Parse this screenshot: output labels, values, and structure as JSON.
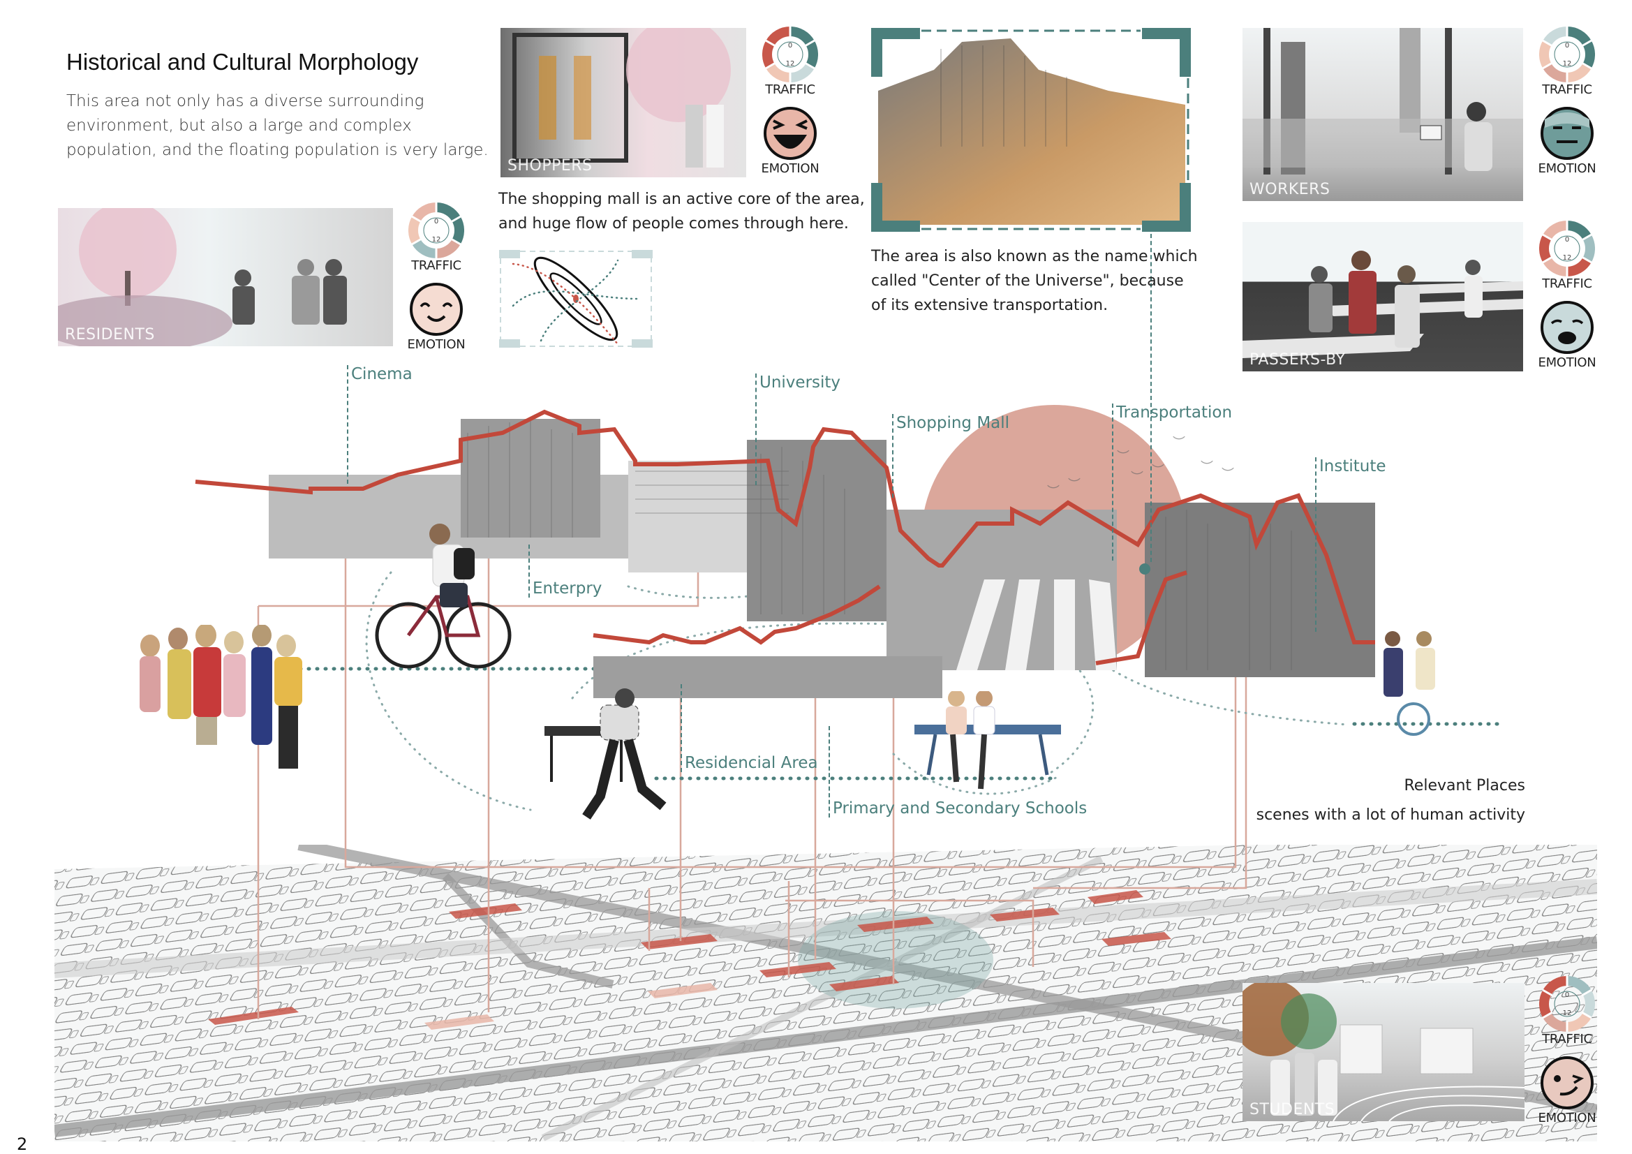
{
  "page": {
    "title": "Historical and Cultural Morphology",
    "intro": "This area not only has a diverse surrounding environment, but also a large and complex population, and the floating population is very large.",
    "page_number": "2"
  },
  "colors": {
    "teal": "#4b7f7c",
    "teal_light": "#c9dadb",
    "coral": "#c8574a",
    "coral_light": "#e8b6a8",
    "peach": "#f0c7b5",
    "sun": "#dba79b",
    "skyline_outline": "#c2483a",
    "connector": "#d8a89c"
  },
  "groups": [
    {
      "id": "residents",
      "tag": "RESIDENTS",
      "traffic_label": "TRAFFIC",
      "emotion_label": "EMOTION",
      "dial_start": "0",
      "dial_end": "12",
      "emotion": "smiling-face",
      "segments": [
        "#4b7f7c",
        "#4b7f7c",
        "#dba79b",
        "#9fbec0",
        "#f0c7b5",
        "#e8b6a8"
      ]
    },
    {
      "id": "shoppers",
      "tag": "SHOPPERS",
      "traffic_label": "TRAFFIC",
      "emotion_label": "EMOTION",
      "dial_start": "0",
      "dial_end": "12",
      "emotion": "laughing-face",
      "segments": [
        "#4b7f7c",
        "#4b7f7c",
        "#c9dadb",
        "#f0c7b5",
        "#c8574a",
        "#c8574a"
      ],
      "caption": "The shopping mall is an active core of the area, and huge flow of people comes through here."
    },
    {
      "id": "center",
      "caption": "The area is also known as the name which called \"Center of the Universe\", because of its extensive transportation."
    },
    {
      "id": "workers",
      "tag": "WORKERS",
      "traffic_label": "TRAFFIC",
      "emotion_label": "EMOTION",
      "dial_start": "0",
      "dial_end": "12",
      "emotion": "neutral-face",
      "segments": [
        "#4b7f7c",
        "#4b7f7c",
        "#f0c7b5",
        "#dba79b",
        "#f0c7b5",
        "#c9dadb"
      ]
    },
    {
      "id": "passers",
      "tag": "PASSERS-BY",
      "traffic_label": "TRAFFIC",
      "emotion_label": "EMOTION",
      "dial_start": "0",
      "dial_end": "12",
      "emotion": "tired-yawning-face",
      "segments": [
        "#4b7f7c",
        "#9fbec0",
        "#c8574a",
        "#e8b6a8",
        "#c8574a",
        "#e8b6a8"
      ]
    },
    {
      "id": "students",
      "tag": "STUDENTS",
      "traffic_label": "TRAFFIC",
      "emotion_label": "EMOTION",
      "dial_start": "0",
      "dial_end": "12",
      "emotion": "winking-face",
      "segments": [
        "#9fbec0",
        "#c9dadb",
        "#f0c7b5",
        "#dba79b",
        "#c8574a",
        "#c8574a"
      ]
    }
  ],
  "places": [
    {
      "label": "Cinema"
    },
    {
      "label": "University"
    },
    {
      "label": "Shopping Mall"
    },
    {
      "label": "Transportation"
    },
    {
      "label": "Institute"
    },
    {
      "label": "Enterpry"
    },
    {
      "label": "Residencial Area"
    },
    {
      "label": "Primary and Secondary Schools"
    }
  ],
  "legend": {
    "line1": "Relevant Places",
    "line2": "scenes with a lot of human activity"
  }
}
